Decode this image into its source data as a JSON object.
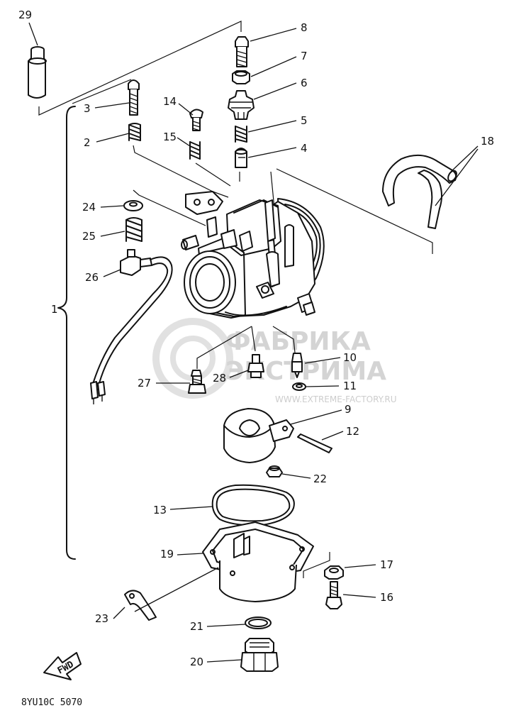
{
  "part_numbers": [
    "1",
    "2",
    "3",
    "4",
    "5",
    "6",
    "7",
    "8",
    "9",
    "10",
    "11",
    "12",
    "13",
    "14",
    "15",
    "16",
    "17",
    "18",
    "19",
    "20",
    "21",
    "22",
    "23",
    "24",
    "25",
    "26",
    "27",
    "28",
    "29"
  ],
  "fwd_label": "FWD",
  "diagram_code": "8YU10C 5070",
  "watermark": {
    "line1": "ФАБРИКА",
    "line2": "ЭКСТРИМА",
    "url": "WWW.EXTREME-FACTORY.RU"
  }
}
